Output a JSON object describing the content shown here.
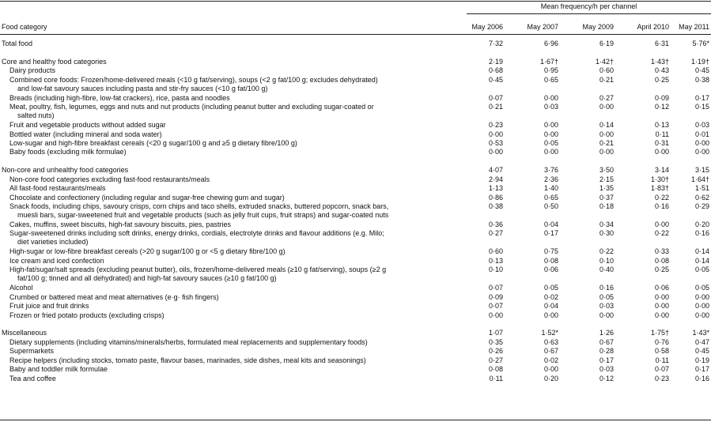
{
  "header": {
    "food_category": "Food category",
    "span": "Mean frequency/h per channel",
    "years": [
      "May 2006",
      "May 2007",
      "May 2009",
      "April 2010",
      "May 2011"
    ]
  },
  "rows": [
    {
      "label": "Total food",
      "vals": [
        "7·32",
        "6·96",
        "6·19",
        "6·31",
        "5·76*"
      ],
      "indent": false,
      "gap_before": 0
    },
    {
      "label": "Core and healthy food categories",
      "vals": [
        "2·19",
        "1·67†",
        "1·42†",
        "1·43†",
        "1·19†"
      ],
      "indent": false,
      "gap_before": 1
    },
    {
      "label": "Dairy products",
      "vals": [
        "0·68",
        "0·95",
        "0·60",
        "0·43",
        "0·45"
      ],
      "indent": true
    },
    {
      "label": "Combined core foods: Frozen/home-delivered meals (<10 g fat/serving), soups (<2 g fat/100 g; excludes dehydrated)",
      "label2": "and low-fat savoury sauces including pasta and stir-fry sauces (<10 g fat/100 g)",
      "vals": [
        "0·45",
        "0·65",
        "0·21",
        "0·25",
        "0·38"
      ],
      "indent": true
    },
    {
      "label": "Breads (including high-fibre, low-fat crackers), rice, pasta and noodles",
      "vals": [
        "0·07",
        "0·00",
        "0·27",
        "0·09",
        "0·17"
      ],
      "indent": true
    },
    {
      "label": "Meat, poultry, fish, legumes, eggs and nuts and nut products (including peanut butter and excluding sugar-coated or",
      "label2": "salted nuts)",
      "vals": [
        "0·21",
        "0·03",
        "0·00",
        "0·12",
        "0·15"
      ],
      "indent": true
    },
    {
      "label": "Fruit and vegetable products without added sugar",
      "vals": [
        "0·23",
        "0·00",
        "0·14",
        "0·13",
        "0·03"
      ],
      "indent": true
    },
    {
      "label": "Bottled water (including mineral and soda water)",
      "vals": [
        "0·00",
        "0·00",
        "0·00",
        "0·11",
        "0·01"
      ],
      "indent": true
    },
    {
      "label": "Low-sugar and high-fibre breakfast cereals (<20 g sugar/100 g and ≥5 g dietary fibre/100 g)",
      "vals": [
        "0·53",
        "0·05",
        "0·21",
        "0·31",
        "0·00"
      ],
      "indent": true
    },
    {
      "label": "Baby foods (excluding milk formulae)",
      "vals": [
        "0·00",
        "0·00",
        "0·00",
        "0·00",
        "0·00"
      ],
      "indent": true
    },
    {
      "label": "Non-core and unhealthy food categories",
      "vals": [
        "4·07",
        "3·76",
        "3·50",
        "3·14",
        "3·15"
      ],
      "indent": false,
      "gap_before": 1
    },
    {
      "label": "Non-core food categories excluding fast-food restaurants/meals",
      "vals": [
        "2·94",
        "2·36",
        "2·15",
        "1·30†",
        "1·64†"
      ],
      "indent": true
    },
    {
      "label": "All fast-food restaurants/meals",
      "vals": [
        "1·13",
        "1·40",
        "1·35",
        "1·83†",
        "1·51"
      ],
      "indent": true
    },
    {
      "label": "Chocolate and confectionery (including regular and sugar-free chewing gum and sugar)",
      "vals": [
        "0·86",
        "0·65",
        "0·37",
        "0·22",
        "0·62"
      ],
      "indent": true
    },
    {
      "label": "Snack foods, including chips, savoury crisps, corn chips and taco shells, extruded snacks, buttered popcorn, snack bars,",
      "label2": "muesli bars, sugar-sweetened fruit and vegetable products (such as jelly fruit cups, fruit straps) and sugar-coated nuts",
      "vals": [
        "0·38",
        "0·50",
        "0·18",
        "0·16",
        "0·29"
      ],
      "indent": true
    },
    {
      "label": "Cakes, muffins, sweet biscuits, high-fat savoury biscuits, pies, pastries",
      "vals": [
        "0·36",
        "0·04",
        "0·34",
        "0·00",
        "0·20"
      ],
      "indent": true
    },
    {
      "label": "Sugar-sweetened drinks including soft drinks, energy drinks, cordials, electrolyte drinks and flavour additions (e.g. Milo;",
      "label2": "diet varieties included)",
      "vals": [
        "0·27",
        "0·17",
        "0·30",
        "0·22",
        "0·16"
      ],
      "indent": true
    },
    {
      "label": "High-sugar or low-fibre breakfast cereals (>20 g sugar/100 g or <5 g dietary fibre/100 g)",
      "vals": [
        "0·60",
        "0·75",
        "0·22",
        "0·33",
        "0·14"
      ],
      "indent": true
    },
    {
      "label": "Ice cream and iced confection",
      "vals": [
        "0·13",
        "0·08",
        "0·10",
        "0·08",
        "0·14"
      ],
      "indent": true
    },
    {
      "label": "High-fat/sugar/salt spreads (excluding peanut butter), oils, frozen/home-delivered meals (≥10 g fat/serving), soups (≥2 g",
      "label2": "fat/100 g; tinned and all dehydrated) and high-fat savoury sauces (≥10 g fat/100 g)",
      "vals": [
        "0·10",
        "0·06",
        "0·40",
        "0·25",
        "0·05"
      ],
      "indent": true
    },
    {
      "label": "Alcohol",
      "vals": [
        "0·07",
        "0·05",
        "0·16",
        "0·06",
        "0·05"
      ],
      "indent": true
    },
    {
      "label": "Crumbed or battered meat and meat alternatives (e·g· fish fingers)",
      "vals": [
        "0·09",
        "0·02",
        "0·05",
        "0·00",
        "0·00"
      ],
      "indent": true
    },
    {
      "label": "Fruit juice and fruit drinks",
      "vals": [
        "0·07",
        "0·04",
        "0·03",
        "0·00",
        "0·00"
      ],
      "indent": true
    },
    {
      "label": "Frozen or fried potato products (excluding crisps)",
      "vals": [
        "0·00",
        "0·00",
        "0·00",
        "0·00",
        "0·00"
      ],
      "indent": true
    },
    {
      "label": "Miscellaneous",
      "vals": [
        "1·07",
        "1·52*",
        "1·26",
        "1·75†",
        "1·43*"
      ],
      "indent": false,
      "gap_before": 1
    },
    {
      "label": "Dietary supplements (including vitamins/minerals/herbs, formulated meal replacements and supplementary foods)",
      "vals": [
        "0·35",
        "0·63",
        "0·67",
        "0·76",
        "0·47"
      ],
      "indent": true
    },
    {
      "label": "Supermarkets",
      "vals": [
        "0·26",
        "0·67",
        "0·28",
        "0·58",
        "0·45"
      ],
      "indent": true
    },
    {
      "label": "Recipe helpers (including stocks, tomato paste, flavour bases, marinades, side dishes, meal kits and seasonings)",
      "vals": [
        "0·27",
        "0·02",
        "0·17",
        "0·11",
        "0·19"
      ],
      "indent": true
    },
    {
      "label": "Baby and toddler milk formulae",
      "vals": [
        "0·08",
        "0·00",
        "0·03",
        "0·07",
        "0·17"
      ],
      "indent": true
    },
    {
      "label": "Tea and coffee",
      "vals": [
        "0·11",
        "0·20",
        "0·12",
        "0·23",
        "0·16"
      ],
      "indent": true
    }
  ]
}
